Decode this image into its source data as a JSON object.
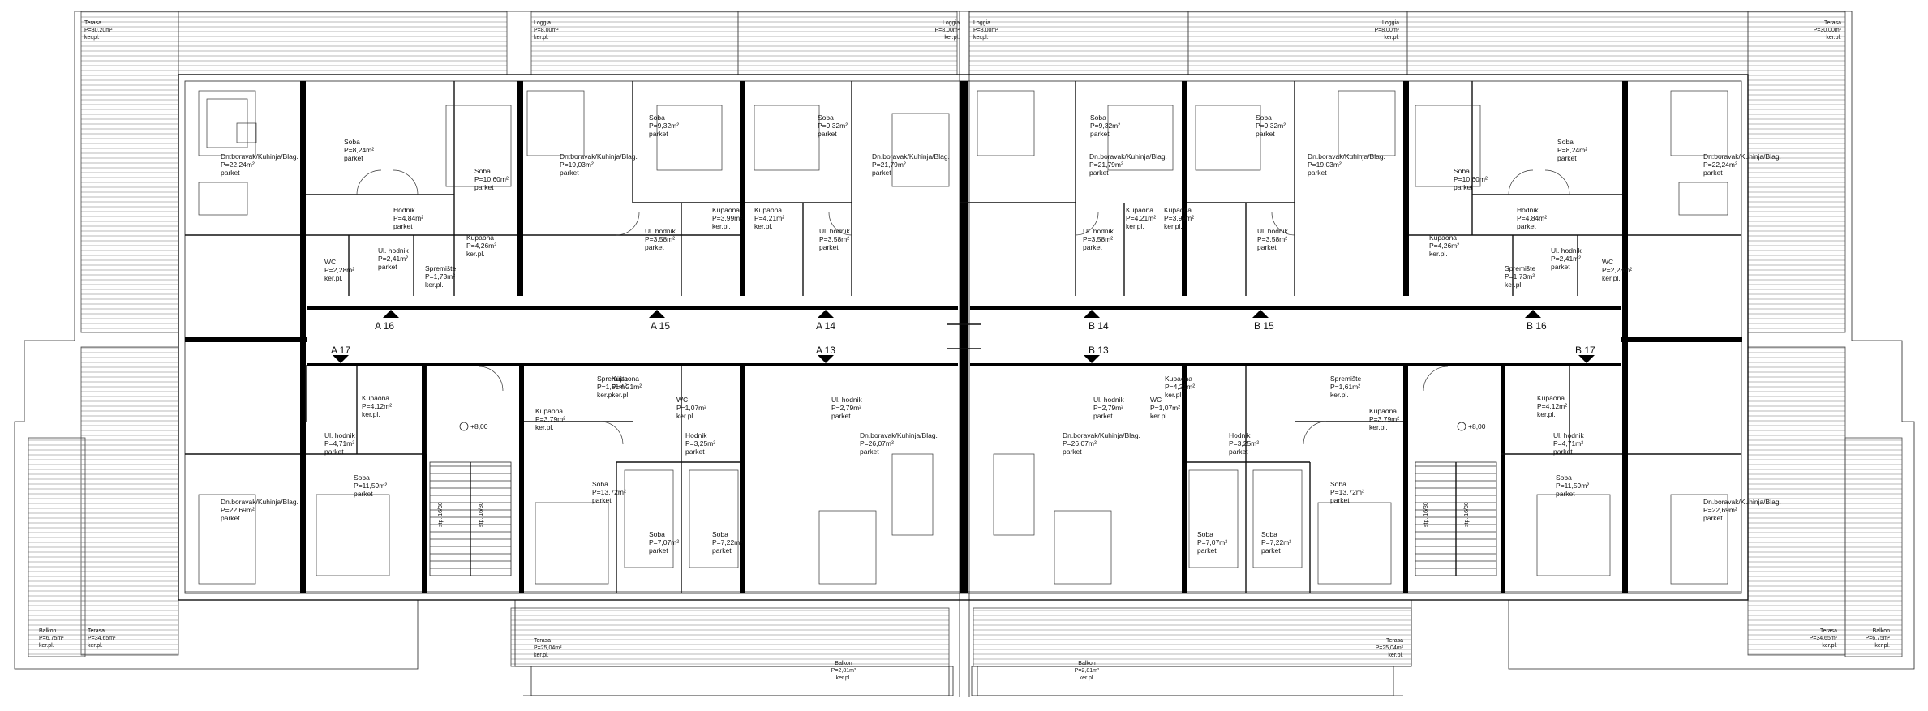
{
  "apartments": [
    "A 16",
    "A 15",
    "A 14",
    "A 17",
    "A 13",
    "B 14",
    "B 15",
    "B 16",
    "B 13",
    "B 17"
  ],
  "elevations": [
    "+8,00",
    "+8,00"
  ],
  "outdoor_areas": [
    {
      "name": "Terasa",
      "area": "P=30,20m²",
      "floor": "ker.pl."
    },
    {
      "name": "Loggia",
      "area": "P=8,00m²",
      "floor": "ker.pl."
    },
    {
      "name": "Loggia",
      "area": "P=8,00m²",
      "floor": "ker.pl."
    },
    {
      "name": "Loggia",
      "area": "P=8,00m²",
      "floor": "ker.pl."
    },
    {
      "name": "Loggia",
      "area": "P=8,00m²",
      "floor": "ker.pl."
    },
    {
      "name": "Terasa",
      "area": "P=30,00m²",
      "floor": "ker.pl."
    },
    {
      "name": "Balkon",
      "area": "P=6,75m²",
      "floor": "ker.pl."
    },
    {
      "name": "Terasa",
      "area": "P=34,65m²",
      "floor": "ker.pl."
    },
    {
      "name": "Terasa",
      "area": "P=25,04m²",
      "floor": "ker.pl."
    },
    {
      "name": "Balkon",
      "area": "P=2,81m²",
      "floor": "ker.pl."
    },
    {
      "name": "Balkon",
      "area": "P=2,81m²",
      "floor": "ker.pl."
    },
    {
      "name": "Terasa",
      "area": "P=25,04m²",
      "floor": "ker.pl."
    },
    {
      "name": "Terasa",
      "area": "P=34,65m²",
      "floor": "ker.pl."
    },
    {
      "name": "Balkon",
      "area": "P=6,75m²",
      "floor": "ker.pl."
    }
  ],
  "rooms": [
    {
      "name": "Dn.boravak/Kuhinja/Blag.",
      "area": "P=22,24m²",
      "finish": "parket"
    },
    {
      "name": "Soba",
      "area": "P=8,24m²",
      "finish": "parket"
    },
    {
      "name": "Soba",
      "area": "P=10,60m²",
      "finish": "parket"
    },
    {
      "name": "Hodnik",
      "area": "P=4,84m²",
      "finish": "parket"
    },
    {
      "name": "WC",
      "area": "P=2,28m²",
      "finish": "ker.pl."
    },
    {
      "name": "Ul. hodnik",
      "area": "P=2,41m²",
      "finish": "parket"
    },
    {
      "name": "Kupaona",
      "area": "P=4,26m²",
      "finish": "ker.pl."
    },
    {
      "name": "Spremište",
      "area": "P=1,73m²",
      "finish": "ker.pl."
    },
    {
      "name": "Dn.boravak/Kuhinja/Blag.",
      "area": "P=19,03m²",
      "finish": "parket"
    },
    {
      "name": "Soba",
      "area": "P=9,32m²",
      "finish": "parket"
    },
    {
      "name": "Ul. hodnik",
      "area": "P=3,58m²",
      "finish": "parket"
    },
    {
      "name": "Kupaona",
      "area": "P=3,99m²",
      "finish": "ker.pl."
    },
    {
      "name": "Kupaona",
      "area": "P=4,21m²",
      "finish": "ker.pl."
    },
    {
      "name": "Soba",
      "area": "P=9,32m²",
      "finish": "parket"
    },
    {
      "name": "Dn.boravak/Kuhinja/Blag.",
      "area": "P=21,79m²",
      "finish": "parket"
    },
    {
      "name": "Ul. hodnik",
      "area": "P=3,58m²",
      "finish": "parket"
    },
    {
      "name": "Dn.boravak/Kuhinja/Blag.",
      "area": "P=21,79m²",
      "finish": "parket"
    },
    {
      "name": "Soba",
      "area": "P=9,32m²",
      "finish": "parket"
    },
    {
      "name": "Ul. hodnik",
      "area": "P=3,58m²",
      "finish": "parket"
    },
    {
      "name": "Kupaona",
      "area": "P=4,21m²",
      "finish": "ker.pl."
    },
    {
      "name": "Kupaona",
      "area": "P=3,99m²",
      "finish": "ker.pl."
    },
    {
      "name": "Soba",
      "area": "P=9,32m²",
      "finish": "parket"
    },
    {
      "name": "Ul. hodnik",
      "area": "P=3,58m²",
      "finish": "parket"
    },
    {
      "name": "Dn.boravak/Kuhinja/Blag.",
      "area": "P=19,03m²",
      "finish": "parket"
    },
    {
      "name": "Kupaona",
      "area": "P=4,26m²",
      "finish": "ker.pl."
    },
    {
      "name": "Soba",
      "area": "P=10,60m²",
      "finish": "parket"
    },
    {
      "name": "Hodnik",
      "area": "P=4,84m²",
      "finish": "parket"
    },
    {
      "name": "Soba",
      "area": "P=8,24m²",
      "finish": "parket"
    },
    {
      "name": "Dn.boravak/Kuhinja/Blag.",
      "area": "P=22,24m²",
      "finish": "parket"
    },
    {
      "name": "Spremište",
      "area": "P=1,73m²",
      "finish": "ker.pl."
    },
    {
      "name": "Ul. hodnik",
      "area": "P=2,41m²",
      "finish": "parket"
    },
    {
      "name": "WC",
      "area": "P=2,28m²",
      "finish": "ker.pl."
    },
    {
      "name": "Kupaona",
      "area": "P=4,12m²",
      "finish": "ker.pl."
    },
    {
      "name": "Ul. hodnik",
      "area": "P=4,71m²",
      "finish": "parket"
    },
    {
      "name": "Soba",
      "area": "P=11,59m²",
      "finish": "parket"
    },
    {
      "name": "Dn.boravak/Kuhinja/Blag.",
      "area": "P=22,69m²",
      "finish": "parket"
    },
    {
      "name": "Kupaona",
      "area": "P=3,79m²",
      "finish": "ker.pl."
    },
    {
      "name": "Spremište",
      "area": "P=1,61m²",
      "finish": "ker.pl."
    },
    {
      "name": "Kupaona",
      "area": "P=4,21m²",
      "finish": "ker.pl."
    },
    {
      "name": "WC",
      "area": "P=1,07m²",
      "finish": "ker.pl."
    },
    {
      "name": "Ul. hodnik",
      "area": "P=2,79m²",
      "finish": "parket"
    },
    {
      "name": "Hodnik",
      "area": "P=3,25m²",
      "finish": "parket"
    },
    {
      "name": "Soba",
      "area": "P=13,72m²",
      "finish": "parket"
    },
    {
      "name": "Soba",
      "area": "P=7,07m²",
      "finish": "parket"
    },
    {
      "name": "Soba",
      "area": "P=7,22m²",
      "finish": "parket"
    },
    {
      "name": "Dn.boravak/Kuhinja/Blag.",
      "area": "P=26,07m²",
      "finish": "parket"
    },
    {
      "name": "Dn.boravak/Kuhinja/Blag.",
      "area": "P=26,07m²",
      "finish": "parket"
    },
    {
      "name": "Ul. hodnik",
      "area": "P=2,79m²",
      "finish": "parket"
    },
    {
      "name": "WC",
      "area": "P=1,07m²",
      "finish": "ker.pl."
    },
    {
      "name": "Kupaona",
      "area": "P=4,21m²",
      "finish": "ker.pl."
    },
    {
      "name": "Spremište",
      "area": "P=1,61m²",
      "finish": "ker.pl."
    },
    {
      "name": "Kupaona",
      "area": "P=3,79m²",
      "finish": "ker.pl."
    },
    {
      "name": "Hodnik",
      "area": "P=3,25m²",
      "finish": "parket"
    },
    {
      "name": "Soba",
      "area": "P=13,72m²",
      "finish": "parket"
    },
    {
      "name": "Soba",
      "area": "P=7,07m²",
      "finish": "parket"
    },
    {
      "name": "Soba",
      "area": "P=7,22m²",
      "finish": "parket"
    },
    {
      "name": "Kupaona",
      "area": "P=4,12m²",
      "finish": "ker.pl."
    },
    {
      "name": "Ul. hodnik",
      "area": "P=4,71m²",
      "finish": "parket"
    },
    {
      "name": "Soba",
      "area": "P=11,59m²",
      "finish": "parket"
    },
    {
      "name": "Dn.boravak/Kuhinja/Blag.",
      "area": "P=22,69m²",
      "finish": "parket"
    }
  ],
  "stairs": [
    "stp. 16/30",
    "stp. 16/30",
    "stp. 16/30",
    "stp. 16/30"
  ]
}
